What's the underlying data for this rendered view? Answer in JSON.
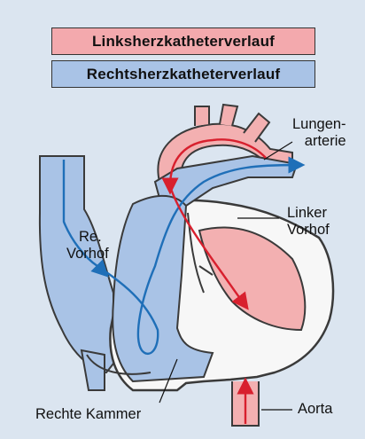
{
  "legend": {
    "left_heart_catheter": "Linksherzkatheterverlauf",
    "right_heart_catheter": "Rechtsherzkatheterverlauf"
  },
  "labels": {
    "pulmonary_artery_line1": "Lungen-",
    "pulmonary_artery_line2": "arterie",
    "left_atrium_line1": "Linker",
    "left_atrium_line2": "Vorhof",
    "right_atrium_line1": "Re.",
    "right_atrium_line2": "Vorhof",
    "right_ventricle": "Rechte Kammer",
    "aorta": "Aorta"
  },
  "colors": {
    "background": "#dbe5f0",
    "red_path": "#d8202e",
    "blue_path": "#1f6fb8",
    "red_fill": "#f3b0b1",
    "blue_fill": "#a9c3e6"
  }
}
